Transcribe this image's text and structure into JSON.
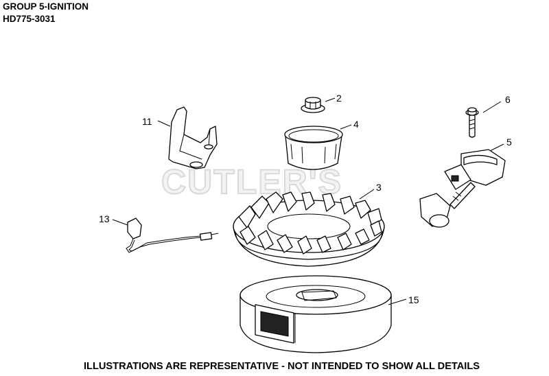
{
  "header": {
    "group_title": "GROUP 5-IGNITION",
    "model": "HD775-3031"
  },
  "watermark": "CUTLER'S",
  "footer_note": "ILLUSTRATIONS ARE REPRESENTATIVE - NOT INTENDED TO SHOW ALL DETAILS",
  "parts": [
    {
      "callout": "2",
      "icon": "flange-nut"
    },
    {
      "callout": "3",
      "icon": "flywheel-fan"
    },
    {
      "callout": "4",
      "icon": "fan-cup"
    },
    {
      "callout": "5",
      "icon": "ignition-coil"
    },
    {
      "callout": "6",
      "icon": "screw"
    },
    {
      "callout": "11",
      "icon": "bracket"
    },
    {
      "callout": "13",
      "icon": "wire-harness"
    },
    {
      "callout": "15",
      "icon": "flywheel"
    }
  ]
}
